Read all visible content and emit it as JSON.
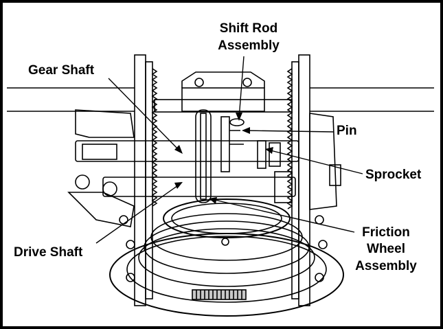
{
  "labels": {
    "shift_rod_line1": "Shift Rod",
    "shift_rod_line2": "Assembly",
    "gear_shaft": "Gear Shaft",
    "pin": "Pin",
    "sprocket": "Sprocket",
    "friction_line1": "Friction",
    "friction_line2": "Wheel",
    "friction_line3": "Assembly",
    "drive_shaft": "Drive Shaft"
  },
  "colors": {
    "line": "#000000",
    "background": "#ffffff",
    "shade": "#c8c8c8"
  }
}
